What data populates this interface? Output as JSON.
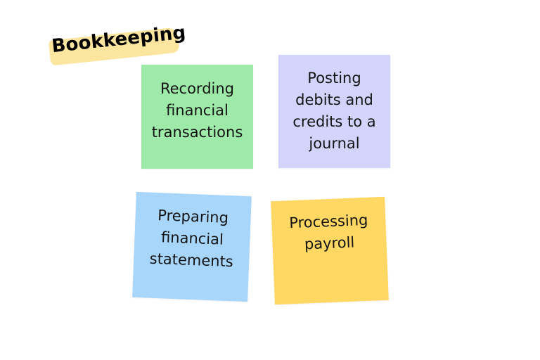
{
  "title": {
    "text": "Bookkeeping",
    "text_color": "#000000",
    "highlight_color": "#FBE49A"
  },
  "notes": [
    {
      "text": "Recording\nfinancial\ntransactions",
      "color": "#9EEAA9"
    },
    {
      "text": "Posting\ndebits and\ncredits to a\njournal",
      "color": "#D2D4FC"
    },
    {
      "text": "Preparing\nfinancial\nstatements",
      "color": "#A8D6FB"
    },
    {
      "text": "Processing\npayroll",
      "color": "#FFD863"
    }
  ]
}
